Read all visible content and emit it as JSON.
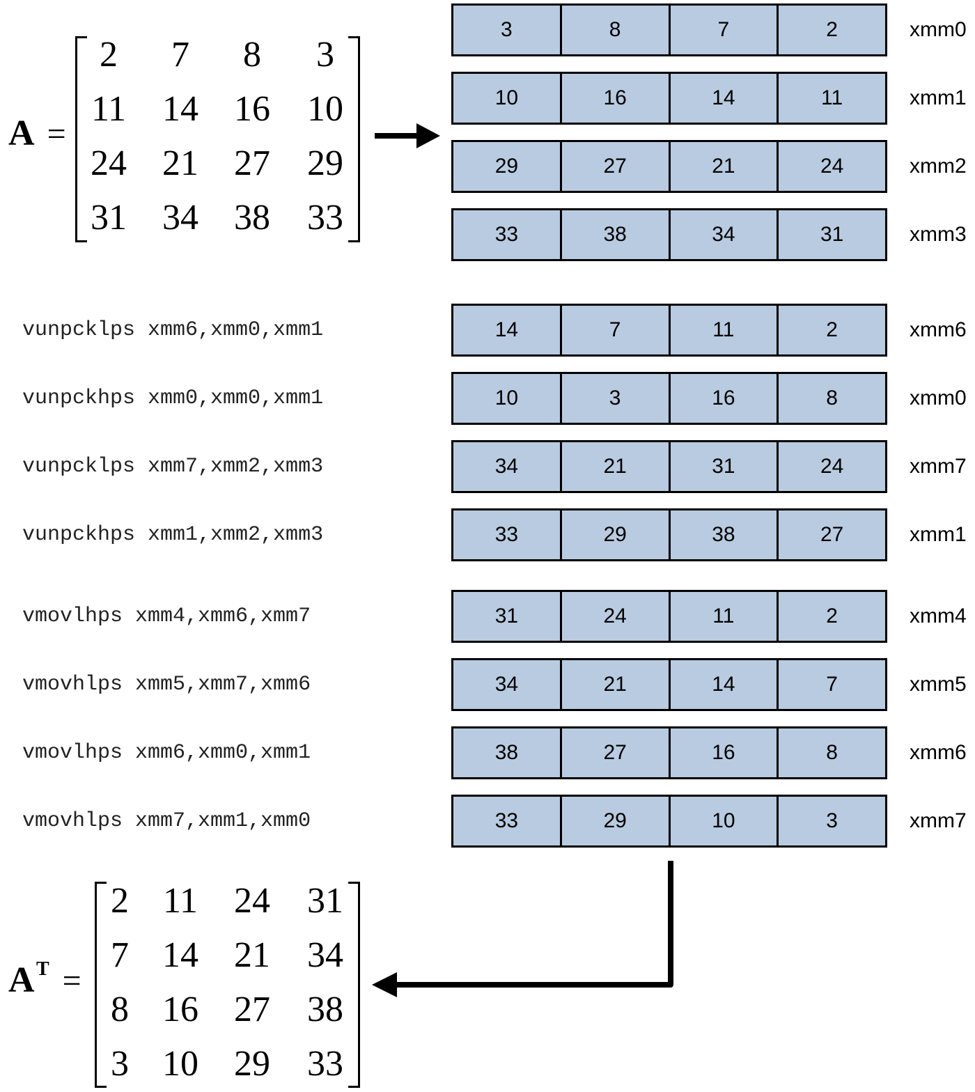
{
  "matrix_a": {
    "name": "A",
    "equals": "=",
    "rows": [
      [
        "2",
        "7",
        "8",
        "3"
      ],
      [
        "11",
        "14",
        "16",
        "10"
      ],
      [
        "24",
        "21",
        "27",
        "29"
      ],
      [
        "31",
        "34",
        "38",
        "33"
      ]
    ]
  },
  "matrix_at": {
    "name": "A",
    "superscript": "T",
    "equals": "=",
    "rows": [
      [
        "2",
        "11",
        "24",
        "31"
      ],
      [
        "7",
        "14",
        "21",
        "34"
      ],
      [
        "8",
        "16",
        "27",
        "38"
      ],
      [
        "3",
        "10",
        "29",
        "33"
      ]
    ]
  },
  "load_registers": [
    {
      "name": "xmm0",
      "cells": [
        "3",
        "8",
        "7",
        "2"
      ]
    },
    {
      "name": "xmm1",
      "cells": [
        "10",
        "16",
        "14",
        "11"
      ]
    },
    {
      "name": "xmm2",
      "cells": [
        "29",
        "27",
        "21",
        "24"
      ]
    },
    {
      "name": "xmm3",
      "cells": [
        "33",
        "38",
        "34",
        "31"
      ]
    }
  ],
  "unpack_steps": [
    {
      "instruction": "vunpcklps xmm6,xmm0,xmm1",
      "name": "xmm6",
      "cells": [
        "14",
        "7",
        "11",
        "2"
      ]
    },
    {
      "instruction": "vunpckhps xmm0,xmm0,xmm1",
      "name": "xmm0",
      "cells": [
        "10",
        "3",
        "16",
        "8"
      ]
    },
    {
      "instruction": "vunpcklps xmm7,xmm2,xmm3",
      "name": "xmm7",
      "cells": [
        "34",
        "21",
        "31",
        "24"
      ]
    },
    {
      "instruction": "vunpckhps xmm1,xmm2,xmm3",
      "name": "xmm1",
      "cells": [
        "33",
        "29",
        "38",
        "27"
      ]
    }
  ],
  "move_steps": [
    {
      "instruction": "vmovlhps xmm4,xmm6,xmm7",
      "name": "xmm4",
      "cells": [
        "31",
        "24",
        "11",
        "2"
      ]
    },
    {
      "instruction": "vmovhlps xmm5,xmm7,xmm6",
      "name": "xmm5",
      "cells": [
        "34",
        "21",
        "14",
        "7"
      ]
    },
    {
      "instruction": "vmovlhps xmm6,xmm0,xmm1",
      "name": "xmm6",
      "cells": [
        "38",
        "27",
        "16",
        "8"
      ]
    },
    {
      "instruction": "vmovhlps xmm7,xmm1,xmm0",
      "name": "xmm7",
      "cells": [
        "33",
        "29",
        "10",
        "3"
      ]
    }
  ]
}
